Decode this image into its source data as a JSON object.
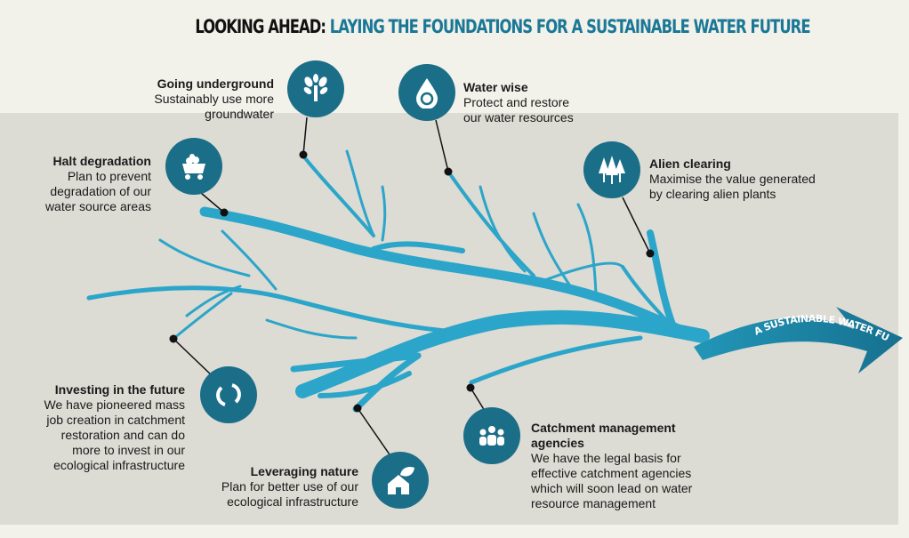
{
  "title": {
    "lead": "LOOKING AHEAD:",
    "rest": "LAYING THE FOUNDATIONS FOR A SUSTAINABLE WATER FUTURE"
  },
  "arrow_label": "A SUSTAINABLE WATER FUTURE",
  "items": [
    {
      "heading": "Going underground",
      "text": [
        "Sustainably use more",
        "groundwater"
      ],
      "icon": "tree-icon"
    },
    {
      "heading": "Water wise",
      "text": [
        "Protect and restore",
        "our water resources"
      ],
      "icon": "water-drop-recycle-icon"
    },
    {
      "heading": "Halt degradation",
      "text": [
        "Plan to prevent",
        "degradation of our",
        "water source areas"
      ],
      "icon": "mine-cart-icon"
    },
    {
      "heading": "Alien clearing",
      "text": [
        "Maximise the value generated",
        "by clearing alien plants"
      ],
      "icon": "trees-icon"
    },
    {
      "heading": "Investing in the future",
      "text": [
        "We have pioneered mass",
        "job creation in catchment",
        "restoration and can do",
        "more to invest in our",
        "ecological infrastructure"
      ],
      "icon": "cycle-arrows-icon"
    },
    {
      "heading": "Leveraging nature",
      "text": [
        "Plan for better use of our",
        "ecological infrastructure"
      ],
      "icon": "house-leaf-icon"
    },
    {
      "heading": "Catchment management",
      "heading2": "agencies",
      "text": [
        "We have the legal basis for",
        "effective catchment agencies",
        "which will soon lead on water",
        "resource management"
      ],
      "icon": "people-group-icon"
    }
  ],
  "colors": {
    "river": "#2ba5c9",
    "icon": "#1b6e88",
    "arrow": "#1b7f9f",
    "panel": "#dcdbd4",
    "background": "#f2f1ea"
  }
}
